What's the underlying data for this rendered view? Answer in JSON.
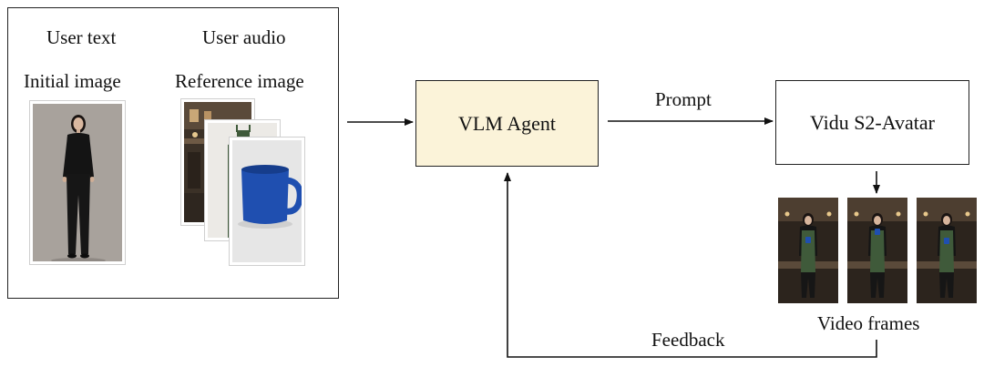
{
  "inputs": {
    "user_text_label": "User text",
    "user_audio_label": "User audio",
    "initial_image_label": "Initial image",
    "reference_image_label": "Reference image"
  },
  "agent": {
    "label": "VLM Agent"
  },
  "generator": {
    "label": "Vidu S2-Avatar"
  },
  "edges": {
    "prompt_label": "Prompt",
    "feedback_label": "Feedback"
  },
  "outputs": {
    "video_frames_label": "Video frames"
  },
  "colors": {
    "agent_fill": "#fbf3d9",
    "stroke": "#222222",
    "mug_blue": "#1f4fb0",
    "apron_green": "#3f5a3a",
    "backdrop_gray": "#a7a19b",
    "cafe_dark": "#3a3027"
  }
}
